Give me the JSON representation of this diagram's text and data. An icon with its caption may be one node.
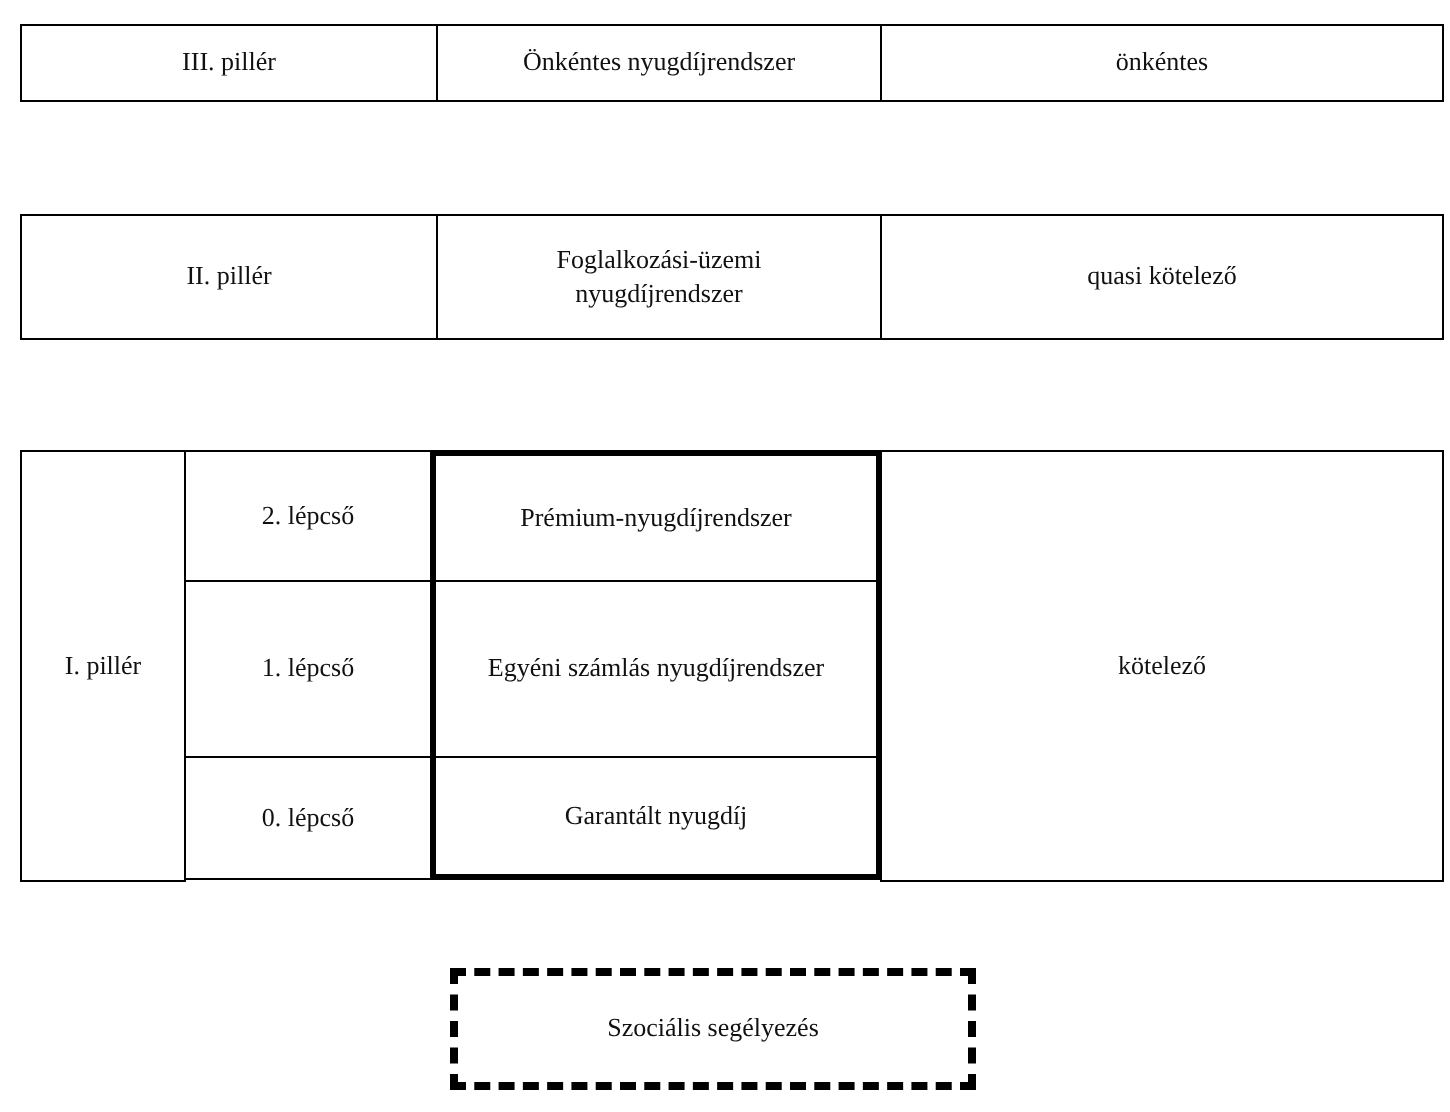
{
  "diagram": {
    "nodes": [
      {
        "text": [
          "III. pillér"
        ]
      },
      {
        "text": [
          "Önkéntes nyugdíjrendszer"
        ]
      },
      {
        "text": [
          "önkéntes"
        ]
      },
      {
        "text": [
          "II. pillér"
        ]
      },
      {
        "text": [
          "Foglalkozási-üzemi nyugdíjrendszer"
        ]
      },
      {
        "text": [
          "quasi kötelező"
        ]
      },
      {
        "text": [
          "I. pillér"
        ]
      },
      {
        "text": [
          "2. lépcső"
        ]
      },
      {
        "text": [
          "Prémium-nyugdíjrendszer"
        ]
      },
      {
        "text": [
          "1. lépcső"
        ]
      },
      {
        "text": [
          "Egyéni számlás nyugdíjrendszer"
        ]
      },
      {
        "text": [
          "0. lépcső"
        ]
      },
      {
        "text": [
          "Garantált nyugdíj"
        ]
      },
      {
        "text": [
          "kötelező"
        ]
      },
      {
        "text": [
          "Szociális segélyezés"
        ]
      }
    ]
  }
}
